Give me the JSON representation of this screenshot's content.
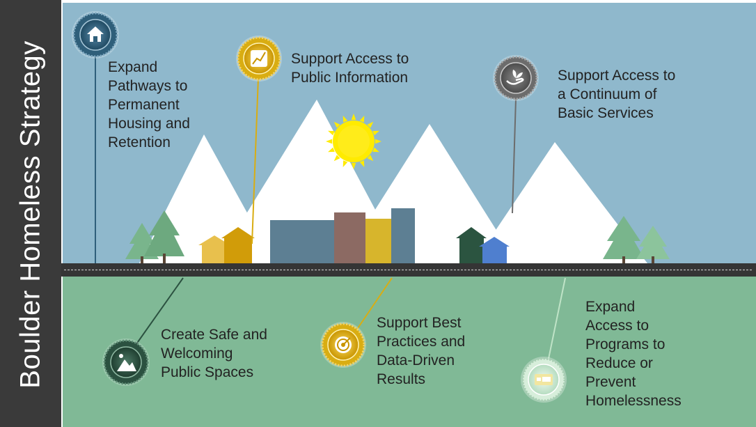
{
  "title": "Boulder Homeless Strategy",
  "goals": [
    {
      "label": "Expand\nPathways to\nPermanent\nHousing and\nRetention",
      "icon": "house-icon",
      "color": "#2f5f7a"
    },
    {
      "label": "Support Access to\nPublic Information",
      "icon": "chart-icon",
      "color": "#d9ad12"
    },
    {
      "label": "Support Access to\na Continuum of\nBasic Services",
      "icon": "hand-plant-icon",
      "color": "#6c6c6c"
    },
    {
      "label": "Create Safe and\nWelcoming\nPublic Spaces",
      "icon": "mountain-sun-icon",
      "color": "#2b5140"
    },
    {
      "label": "Support Best\nPractices and\nData-Driven\nResults",
      "icon": "target-icon",
      "color": "#d9ad12"
    },
    {
      "label": "Expand\nAccess to\nPrograms to\nReduce or\nPrevent\nHomelessness",
      "icon": "bed-icon",
      "color": "#bfe3c7"
    }
  ],
  "colors": {
    "sky": "#8fb8cc",
    "ground": "#80b996",
    "sidebar": "#3a3a3a",
    "sun": "#ffeb00"
  }
}
